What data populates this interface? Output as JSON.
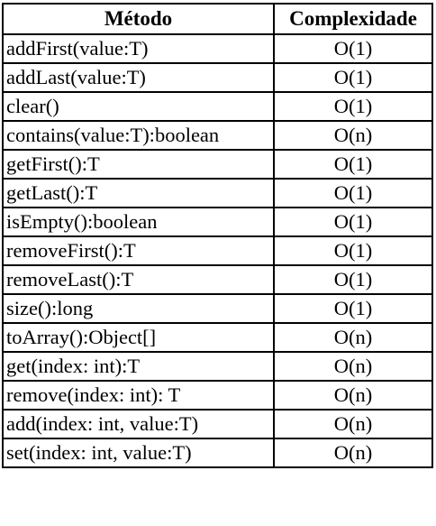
{
  "table": {
    "headers": [
      "Método",
      "Complexidade"
    ],
    "rows": [
      {
        "method": "addFirst(value:T)",
        "complexity": "O(1)"
      },
      {
        "method": "addLast(value:T)",
        "complexity": "O(1)"
      },
      {
        "method": "clear()",
        "complexity": "O(1)"
      },
      {
        "method": "contains(value:T):boolean",
        "complexity": "O(n)"
      },
      {
        "method": "getFirst():T",
        "complexity": "O(1)"
      },
      {
        "method": "getLast():T",
        "complexity": "O(1)"
      },
      {
        "method": "isEmpty():boolean",
        "complexity": "O(1)"
      },
      {
        "method": "removeFirst():T",
        "complexity": "O(1)"
      },
      {
        "method": "removeLast():T",
        "complexity": "O(1)"
      },
      {
        "method": "size():long",
        "complexity": "O(1)"
      },
      {
        "method": "toArray():Object[]",
        "complexity": "O(n)"
      },
      {
        "method": "get(index: int):T",
        "complexity": "O(n)"
      },
      {
        "method": "remove(index: int): T",
        "complexity": "O(n)"
      },
      {
        "method": "add(index: int, value:T)",
        "complexity": "O(n)"
      },
      {
        "method": "set(index: int, value:T)",
        "complexity": "O(n)"
      }
    ]
  }
}
